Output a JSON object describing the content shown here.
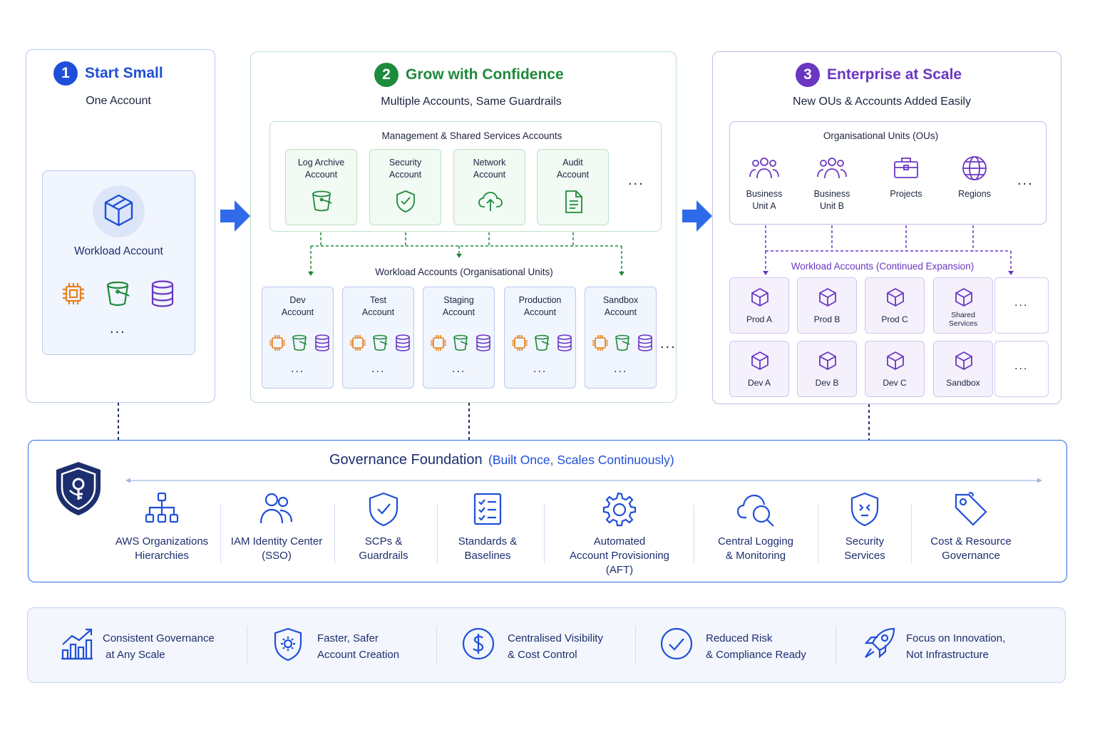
{
  "phase1": {
    "number": "1",
    "title": "Start Small",
    "subtitle": "One Account",
    "workload_label": "Workload Account",
    "more": "..."
  },
  "phase2": {
    "number": "2",
    "title": "Grow with Confidence",
    "subtitle": "Multiple Accounts, Same Guardrails",
    "mgmt_title": "Management & Shared Services Accounts",
    "mgmt_accounts": [
      "Log Archive\nAccount",
      "Security\nAccount",
      "Network\nAccount",
      "Audit\nAccount"
    ],
    "mgmt_more": "...",
    "workload_title": "Workload Accounts (Organisational Units)",
    "workload_accounts": [
      "Dev\nAccount",
      "Test\nAccount",
      "Staging\nAccount",
      "Production\nAccount",
      "Sandbox\nAccount"
    ],
    "workload_more": "...",
    "card_more": "..."
  },
  "phase3": {
    "number": "3",
    "title": "Enterprise at Scale",
    "subtitle": "New OUs & Accounts Added Easily",
    "ou_title": "Organisational Units (OUs)",
    "ous": [
      "Business\nUnit A",
      "Business\nUnit B",
      "Projects",
      "Regions"
    ],
    "ou_more": "...",
    "expansion_title": "Workload Accounts (Continued Expansion)",
    "row1": [
      "Prod A",
      "Prod B",
      "Prod C",
      "Shared\nServices"
    ],
    "row2": [
      "Dev A",
      "Dev B",
      "Dev C",
      "Sandbox"
    ],
    "more": "..."
  },
  "governance": {
    "title": "Governance Foundation",
    "subtitle": "(Built Once, Scales Continuously)",
    "items": [
      {
        "label": "AWS Organizations\nHierarchies",
        "icon": "hierarchy-icon"
      },
      {
        "label": "IAM Identity Center\n(SSO)",
        "icon": "users-icon"
      },
      {
        "label": "SCPs &\nGuardrails",
        "icon": "shield-check-icon"
      },
      {
        "label": "Standards &\nBaselines",
        "icon": "checklist-icon"
      },
      {
        "label": "Automated\nAccount Provisioning\n(AFT)",
        "icon": "gear-icon"
      },
      {
        "label": "Central Logging\n& Monitoring",
        "icon": "cloud-search-icon"
      },
      {
        "label": "Security\nServices",
        "icon": "security-shield-icon"
      },
      {
        "label": "Cost & Resource\nGovernance",
        "icon": "price-tag-icon"
      }
    ]
  },
  "benefits": [
    {
      "label": "Consistent Governance\n at Any Scale",
      "icon": "growth-chart-icon"
    },
    {
      "label": "Faster, Safer\nAccount Creation",
      "icon": "shield-gear-icon"
    },
    {
      "label": "Centralised Visibility\n& Cost Control",
      "icon": "dollar-icon"
    },
    {
      "label": "Reduced Risk\n& Compliance Ready",
      "icon": "check-circle-icon"
    },
    {
      "label": "Focus on Innovation,\nNot Infrastructure",
      "icon": "rocket-icon"
    }
  ],
  "colors": {
    "blue": "#1f4fd8",
    "green": "#1e8a3c",
    "purple": "#6a36c2",
    "navy": "#1d2e6e",
    "orange": "#e8801c"
  }
}
